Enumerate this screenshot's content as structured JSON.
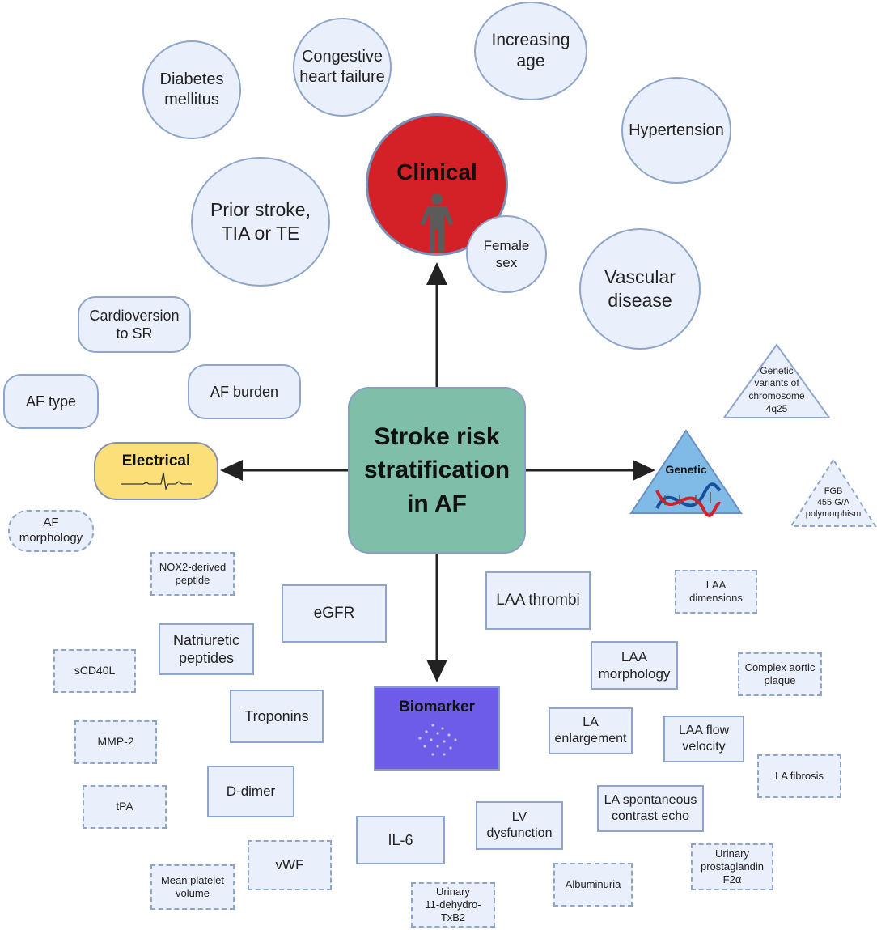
{
  "center": {
    "label": "Stroke risk\nstratification\nin AF"
  },
  "hubs": {
    "clinical": "Clinical",
    "electrical": "Electrical",
    "genetic": "Genetic",
    "biomarker": "Biomarker"
  },
  "clinical_factors": {
    "diabetes": "Diabetes\nmellitus",
    "heart_failure": "Congestive\nheart failure",
    "age": "Increasing\nage",
    "hypertension": "Hypertension",
    "prior_stroke": "Prior stroke,\nTIA or TE",
    "female_sex": "Female\nsex",
    "vascular": "Vascular\ndisease"
  },
  "electrical_factors": {
    "cardioversion": "Cardioversion\nto SR",
    "af_type": "AF type",
    "af_burden": "AF burden",
    "af_morphology": "AF\nmorphology"
  },
  "genetic_factors": {
    "chromosome": "Genetic\nvariants of\nchromosome\n4q25",
    "fgb": "FGB\n455 G/A\npolymorphism"
  },
  "biomarkers": {
    "nox2": "NOX2-derived\npeptide",
    "egfr": "eGFR",
    "laa_thrombi": "LAA thrombi",
    "laa_dimensions": "LAA\ndimensions",
    "natriuretic": "Natriuretic\npeptides",
    "scd40l": "sCD40L",
    "laa_morphology": "LAA\nmorphology",
    "aortic_plaque": "Complex aortic\nplaque",
    "troponins": "Troponins",
    "la_enlargement": "LA\nenlargement",
    "laa_flow": "LAA flow\nvelocity",
    "mmp2": "MMP-2",
    "la_fibrosis": "LA fibrosis",
    "d_dimer": "D-dimer",
    "tpa": "tPA",
    "la_contrast": "LA spontaneous\ncontrast echo",
    "lv_dysfunction": "LV\ndysfunction",
    "il6": "IL-6",
    "vwf": "vWF",
    "urinary_pgf2a": "Urinary\nprostaglandin\nF2α",
    "mean_platelet": "Mean platelet\nvolume",
    "albuminuria": "Albuminuria",
    "urinary_txb2": "Urinary\n11-dehydro-\nTxB2"
  },
  "colors": {
    "center": "#7fbfa9",
    "clinical": "#d42027",
    "electrical": "#fbe07a",
    "genetic": "#7fbbe6",
    "biomarker": "#6c5ce7",
    "factor_fill": "#eaf0fb",
    "factor_border": "#8fa5c9"
  }
}
